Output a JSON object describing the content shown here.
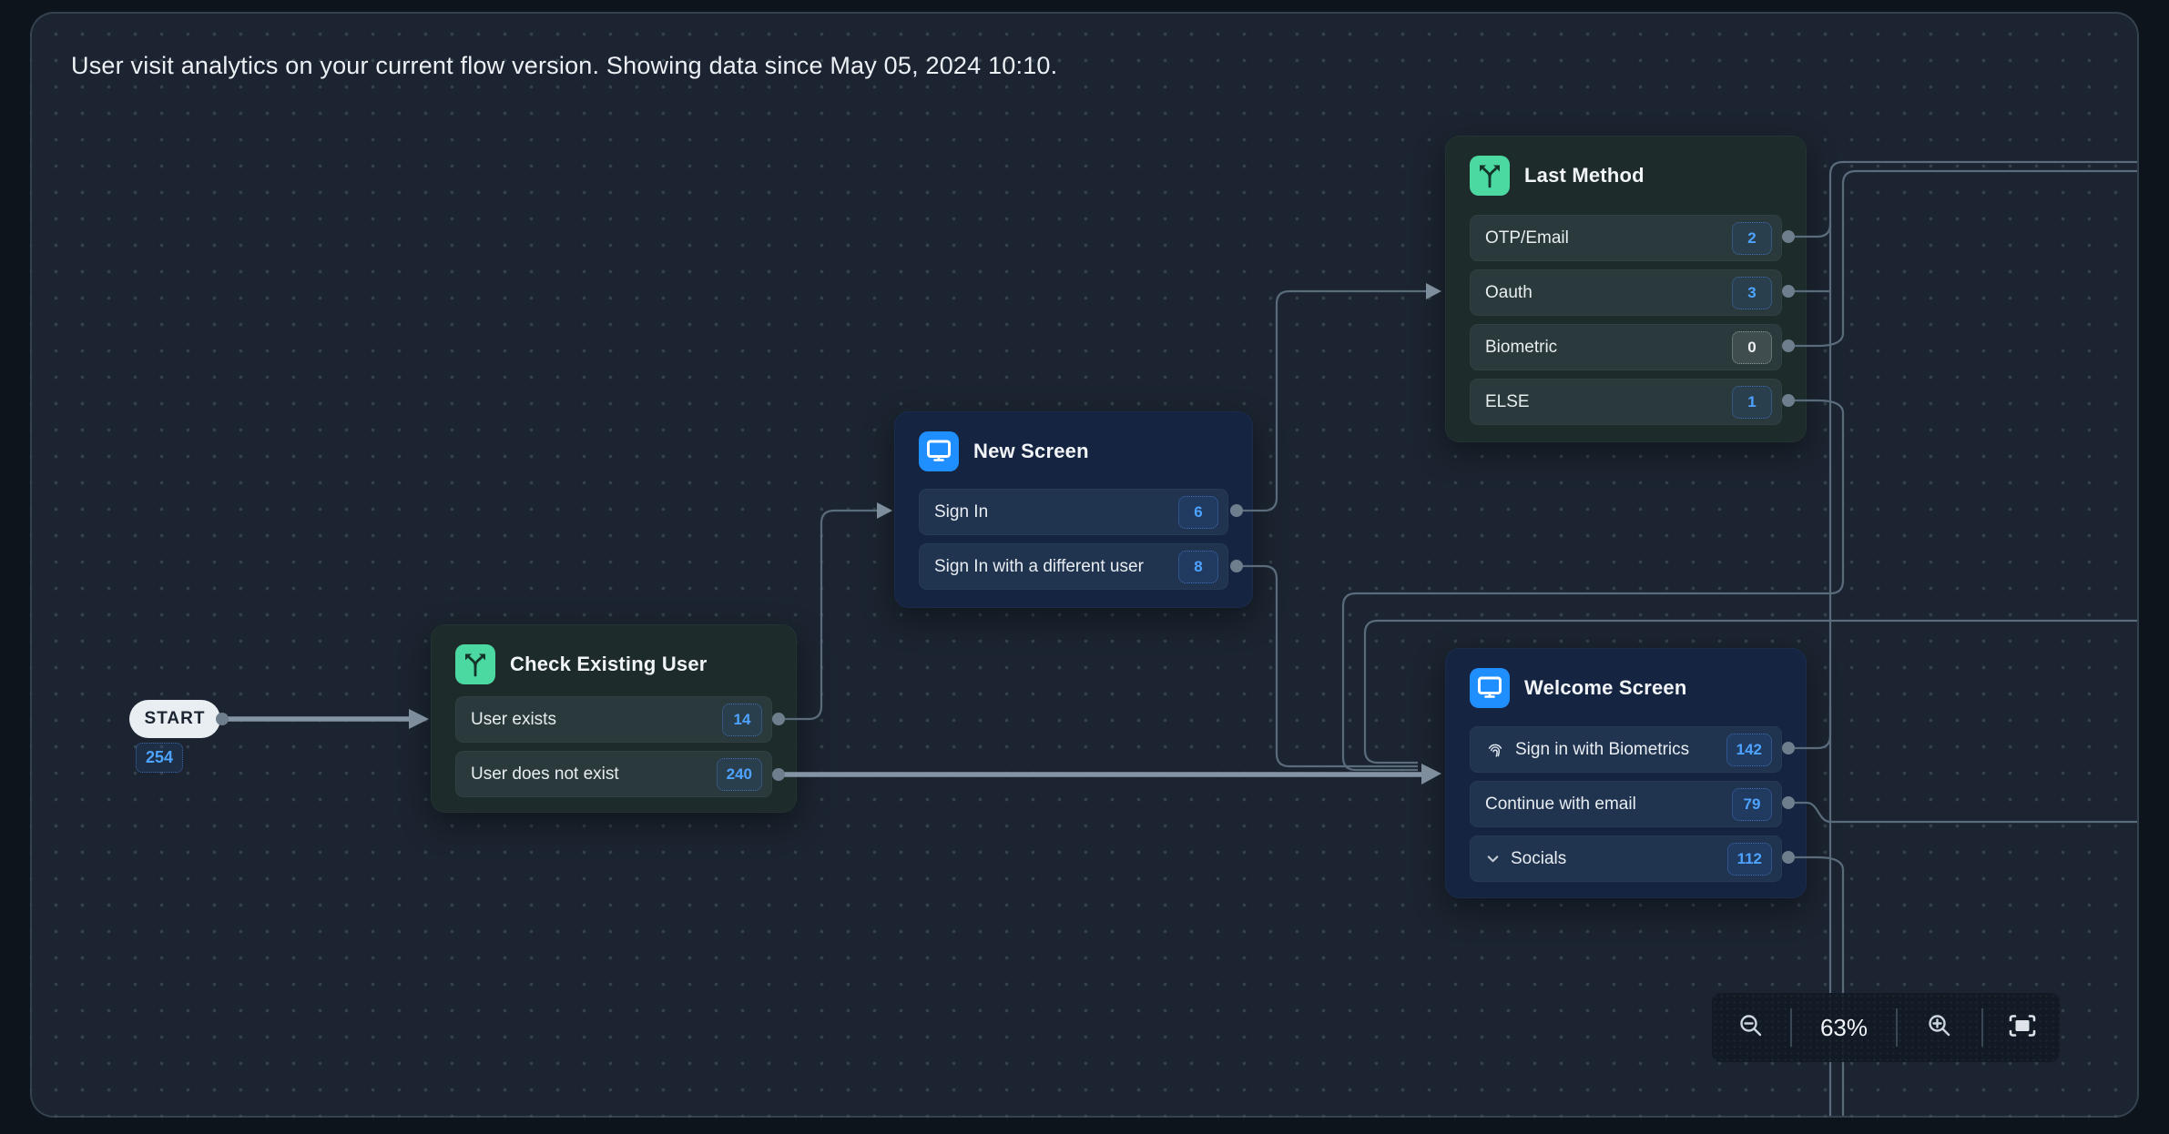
{
  "header": {
    "title": "User visit analytics on your current flow version. Showing data since May 05, 2024 10:10."
  },
  "start": {
    "label": "START",
    "count": "254"
  },
  "nodes": [
    {
      "id": "check-existing-user",
      "title": "Check Existing User",
      "icon": "branch-icon",
      "theme": "green",
      "rows": [
        {
          "label": "User exists",
          "count": "14"
        },
        {
          "label": "User does not exist",
          "count": "240"
        }
      ]
    },
    {
      "id": "new-screen",
      "title": "New Screen",
      "icon": "screen-icon",
      "theme": "blue",
      "rows": [
        {
          "label": "Sign In",
          "count": "6"
        },
        {
          "label": "Sign In with a different user",
          "count": "8"
        }
      ]
    },
    {
      "id": "last-method",
      "title": "Last Method",
      "icon": "branch-icon",
      "theme": "green",
      "rows": [
        {
          "label": "OTP/Email",
          "count": "2"
        },
        {
          "label": "Oauth",
          "count": "3"
        },
        {
          "label": "Biometric",
          "count": "0",
          "neutral": true
        },
        {
          "label": "ELSE",
          "count": "1"
        }
      ]
    },
    {
      "id": "welcome-screen",
      "title": "Welcome Screen",
      "icon": "screen-icon",
      "theme": "blue",
      "rows": [
        {
          "label": "Sign in with Biometrics",
          "count": "142",
          "row_icon": "fingerprint-icon"
        },
        {
          "label": "Continue with email",
          "count": "79"
        },
        {
          "label": "Socials",
          "count": "112",
          "row_icon": "chevron-down-icon"
        }
      ]
    }
  ],
  "toolbar": {
    "zoom_level": "63%",
    "buttons": [
      "zoom-out",
      "zoom-in",
      "fit-view"
    ]
  },
  "colors": {
    "accent_green": "#4cd9a1",
    "accent_blue": "#1f8fff",
    "badge_blue": "#4da3ff",
    "panel_bg": "#1b2430",
    "edge": "#5a6b7b",
    "edge_thick": "#8494a4"
  }
}
